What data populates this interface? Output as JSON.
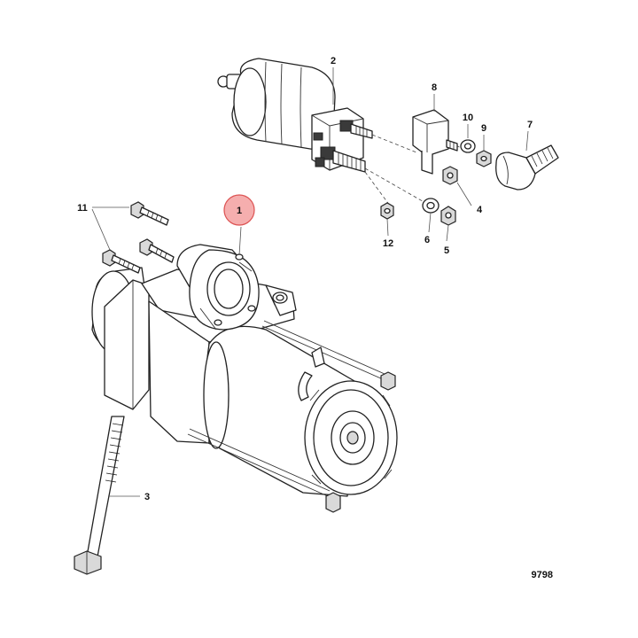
{
  "callouts": {
    "c1": "1",
    "c2": "2",
    "c3": "3",
    "c4": "4",
    "c5": "5",
    "c6": "6",
    "c7": "7",
    "c8": "8",
    "c9": "9",
    "c10": "10",
    "c11": "11",
    "c12": "12"
  },
  "highlighted_callout": "1",
  "highlight_color": "#f4a6a6",
  "highlight_stroke": "#d94040",
  "reference_number": "9798"
}
